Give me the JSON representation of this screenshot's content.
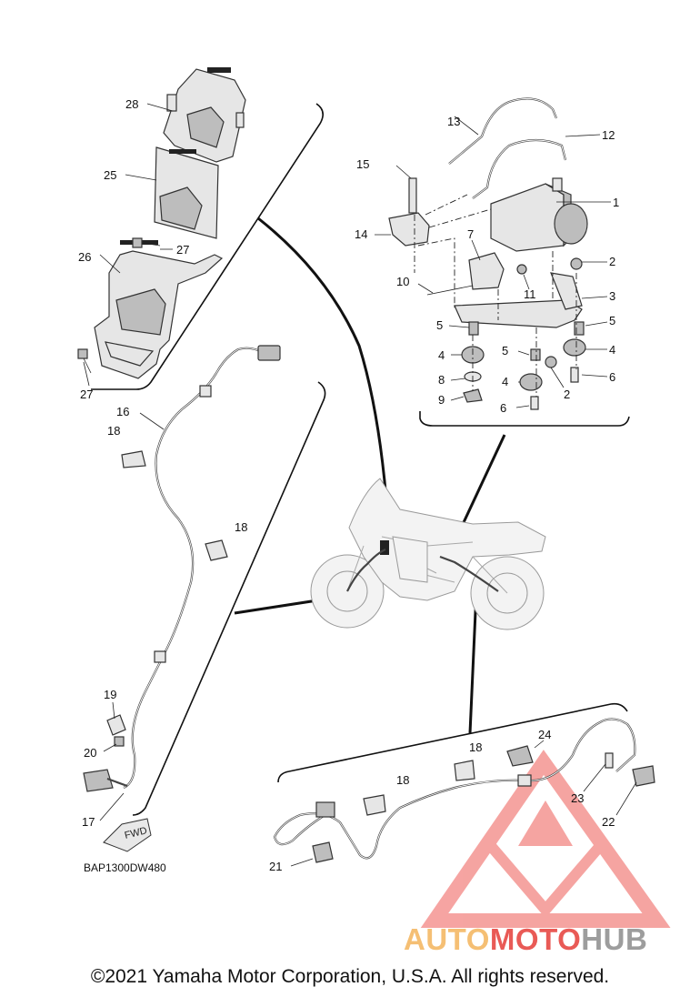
{
  "diagram": {
    "drawing_code": "BAP1300DW480",
    "fwd_label": "FWD",
    "copyright": "©2021 Yamaha Motor Corporation, U.S.A. All rights reserved.",
    "watermark": {
      "part1": "AUTO",
      "part2": "MOTO",
      "part3": "HUB",
      "colors": {
        "auto": "#f5bf74",
        "moto": "#e95a56",
        "hub": "#9d9d9d",
        "logo": "#ee5a55"
      }
    },
    "callouts": [
      {
        "id": "c28",
        "text": "28"
      },
      {
        "id": "c25",
        "text": "25"
      },
      {
        "id": "c27a",
        "text": "27"
      },
      {
        "id": "c26",
        "text": "26"
      },
      {
        "id": "c27b",
        "text": "27"
      },
      {
        "id": "c16",
        "text": "16"
      },
      {
        "id": "c18a",
        "text": "18"
      },
      {
        "id": "c18b",
        "text": "18"
      },
      {
        "id": "c19",
        "text": "19"
      },
      {
        "id": "c20",
        "text": "20"
      },
      {
        "id": "c17",
        "text": "17"
      },
      {
        "id": "c13",
        "text": "13"
      },
      {
        "id": "c12",
        "text": "12"
      },
      {
        "id": "c15",
        "text": "15"
      },
      {
        "id": "c1",
        "text": "1"
      },
      {
        "id": "c14",
        "text": "14"
      },
      {
        "id": "c7",
        "text": "7"
      },
      {
        "id": "c2a",
        "text": "2"
      },
      {
        "id": "c10",
        "text": "10"
      },
      {
        "id": "c11",
        "text": "11"
      },
      {
        "id": "c3",
        "text": "3"
      },
      {
        "id": "c5a",
        "text": "5"
      },
      {
        "id": "c5b",
        "text": "5"
      },
      {
        "id": "c4a",
        "text": "4"
      },
      {
        "id": "c5c",
        "text": "5"
      },
      {
        "id": "c4b",
        "text": "4"
      },
      {
        "id": "c8",
        "text": "8"
      },
      {
        "id": "c4c",
        "text": "4"
      },
      {
        "id": "c6a",
        "text": "6"
      },
      {
        "id": "c9",
        "text": "9"
      },
      {
        "id": "c2b",
        "text": "2"
      },
      {
        "id": "c6b",
        "text": "6"
      },
      {
        "id": "c18c",
        "text": "18"
      },
      {
        "id": "c24",
        "text": "24"
      },
      {
        "id": "c18d",
        "text": "18"
      },
      {
        "id": "c23",
        "text": "23"
      },
      {
        "id": "c22",
        "text": "22"
      },
      {
        "id": "c21",
        "text": "21"
      }
    ]
  }
}
